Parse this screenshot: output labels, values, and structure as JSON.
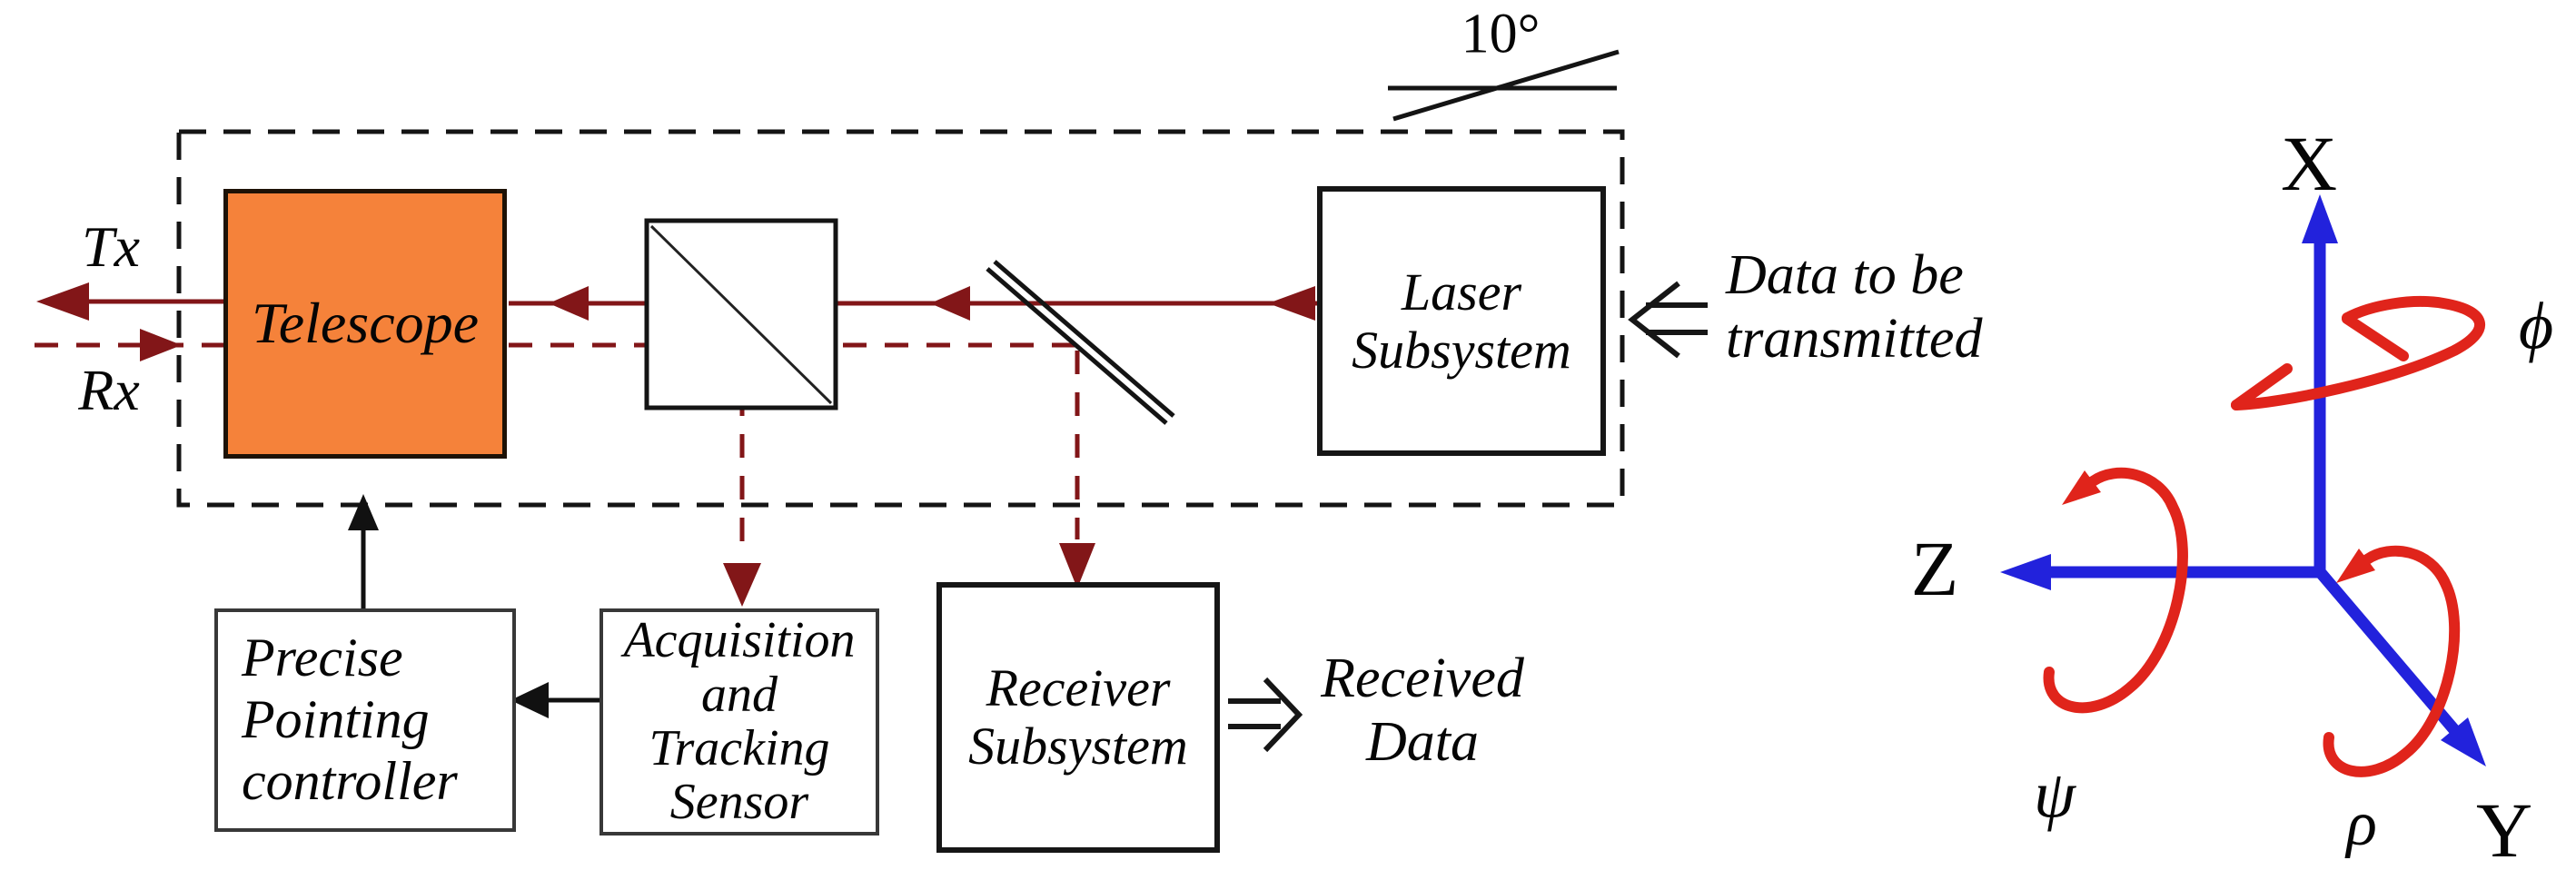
{
  "optical_diagram": {
    "beam_labels": {
      "tx": "Tx",
      "rx": "Rx"
    },
    "tilt_angle_label": "10°",
    "boxes": {
      "telescope": "Telescope",
      "laser": "Laser\nSubsystem",
      "receiver": "Receiver\nSubsystem",
      "acquisition": "Acquisition\nand\nTracking\nSensor",
      "pointing": "Precise\nPointing\ncontroller"
    },
    "io_labels": {
      "data_in": "Data to be\ntransmitted",
      "data_out": "Received\nData"
    },
    "colors": {
      "telescope_fill": "#F5823A",
      "beam_dark_red": "#821618",
      "axis_blue": "#2222DC",
      "rotation_red": "#E0241B",
      "line_black": "#141414"
    }
  },
  "axes_figure": {
    "labels": {
      "x_axis": "X",
      "y_axis": "Y",
      "z_axis": "Z"
    },
    "rotations": {
      "phi": "ϕ",
      "psi": "ψ",
      "rho": "ρ"
    }
  }
}
